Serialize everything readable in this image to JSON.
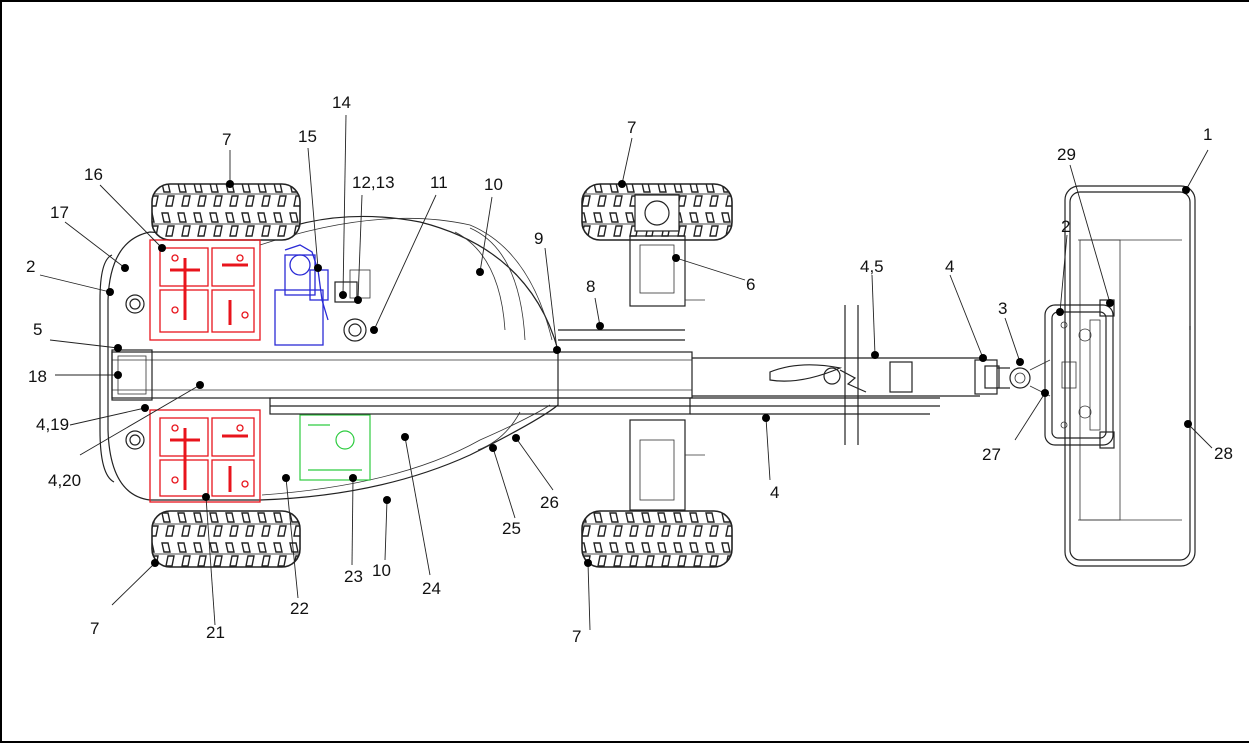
{
  "labels": {
    "l1": "1",
    "l2a": "2",
    "l2b": "2",
    "l3": "3",
    "l4a": "4",
    "l4b": "4",
    "l45": "4,5",
    "l419": "4,19",
    "l420": "4,20",
    "l5": "5",
    "l6": "6",
    "l7a": "7",
    "l7b": "7",
    "l7c": "7",
    "l7d": "7",
    "l8": "8",
    "l9": "9",
    "l10a": "10",
    "l10b": "10",
    "l11": "11",
    "l1213": "12,13",
    "l14": "14",
    "l15": "15",
    "l16": "16",
    "l17": "17",
    "l18": "18",
    "l21": "21",
    "l22": "22",
    "l23": "23",
    "l24": "24",
    "l25": "25",
    "l26": "26",
    "l27": "27",
    "l28": "28",
    "l29": "29"
  },
  "colors": {
    "line": "#222222",
    "battery": "#e8141c",
    "engine": "#2b2bd6",
    "tank": "#2ecc40"
  }
}
